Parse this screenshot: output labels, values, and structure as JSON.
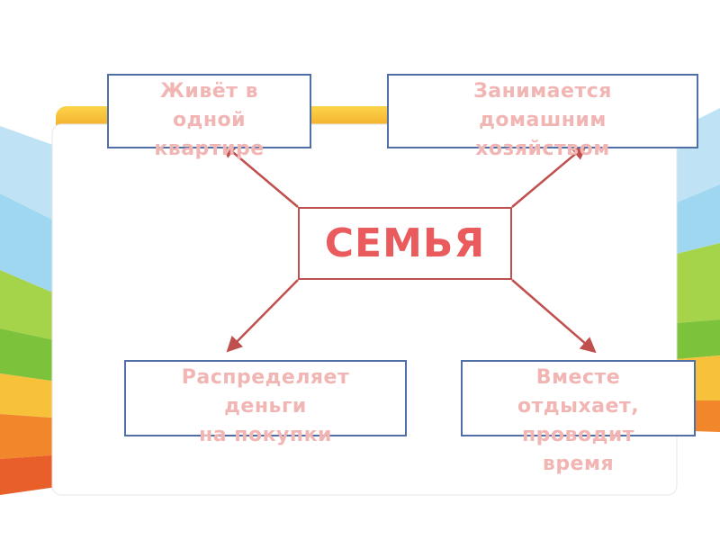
{
  "center": {
    "label": "СЕМЬЯ"
  },
  "boxes": {
    "top_left": {
      "lines": [
        "Живёт в",
        "одной",
        "квартире"
      ]
    },
    "top_right": {
      "lines": [
        "Занимается",
        "домашним",
        "хозяйством"
      ]
    },
    "bottom_left": {
      "lines": [
        "Распределяет",
        "деньги",
        "на покупки"
      ]
    },
    "bottom_right": {
      "lines": [
        "Вместе",
        "отдыхает,",
        "проводит",
        "время"
      ]
    }
  },
  "colors": {
    "box_border": "#4f6fa6",
    "center_border": "#c0504d",
    "center_text": "#ea5b5e",
    "box_text": "#f1b6b4",
    "arrow": "#c0504d",
    "panel_tab": "#f7b733"
  }
}
